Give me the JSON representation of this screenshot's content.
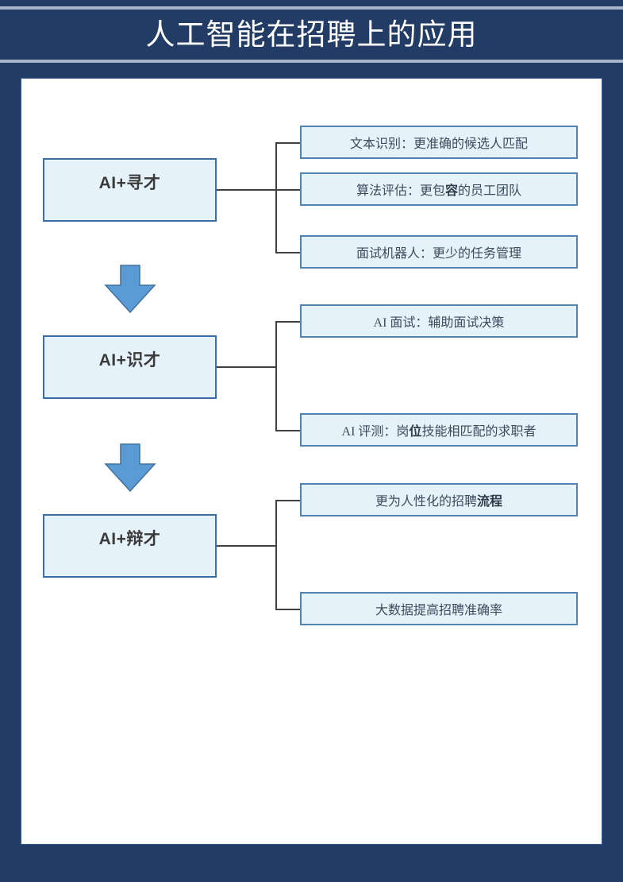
{
  "slide": {
    "title": "人工智能在招聘上的应用",
    "colors": {
      "header_background": "#223c65",
      "header_rule": "#a9b6cd",
      "canvas_background": "#ffffff",
      "box_fill": "#e6f2fa",
      "stage_border": "#3a6ea5",
      "leaf_border": "#5183b5",
      "connector": "#404040",
      "arrow_fill": "#5b9bd5",
      "arrow_border": "#41719c",
      "title_text": "#ffffff",
      "stage_text": "#3b3b3b",
      "leaf_text": "#3d4b5c"
    }
  },
  "flow": {
    "arrow_icon_name": "down-arrow-icon",
    "groups": [
      {
        "stage": "AI+寻才",
        "items": [
          {
            "text": "文本识别：更准确的候选人匹配",
            "emphasis": ""
          },
          {
            "text": "算法评估：更包容的员工团队",
            "emphasis": "容"
          },
          {
            "text": "面试机器人：更少的任务管理",
            "emphasis": ""
          }
        ]
      },
      {
        "stage": "AI+识才",
        "items": [
          {
            "text": "AI 面试：辅助面试决策",
            "emphasis": ""
          },
          {
            "text": "AI 评测：岗位技能相匹配的求职者",
            "emphasis": "位"
          }
        ]
      },
      {
        "stage": "AI+辩才",
        "items": [
          {
            "text": "更为人性化的招聘流程",
            "emphasis": "流程"
          },
          {
            "text": "大数据提高招聘准确率",
            "emphasis": ""
          }
        ]
      }
    ]
  }
}
